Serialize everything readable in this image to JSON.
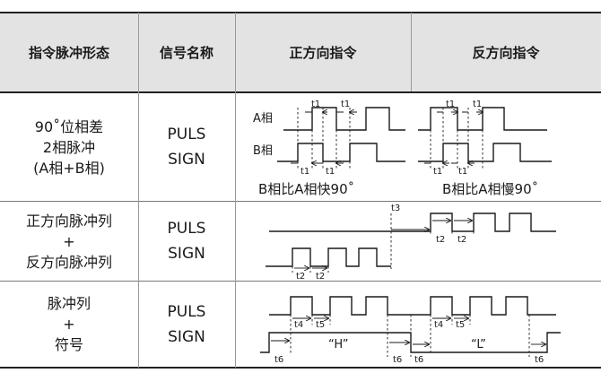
{
  "header": {
    "col1": "指令脉冲形态",
    "col2": "信号名称",
    "col3": "正方向指令",
    "col4": "反方向指令"
  },
  "rows": [
    {
      "form": "90˚位相差\n2相脉冲\n(A相+B相)",
      "signal": "PULS\nSIGN",
      "fwd": {
        "a_label": "A相",
        "b_label": "B相",
        "t_top1": "t1",
        "t_top2": "t1",
        "t_bot1": "t1",
        "t_bot2": "t1",
        "caption": "B相比A相快90˚"
      },
      "rev": {
        "t_top1": "t1",
        "t_top2": "t1",
        "t_bot1": "t1",
        "t_bot2": "t1",
        "caption": "B相比A相慢90˚"
      }
    },
    {
      "form": "正方向脉冲列\n+\n反方向脉冲列",
      "signal": "PULS\nSIGN",
      "t3": "t3",
      "t2_a": "t2",
      "t2_b": "t2",
      "t2_c": "t2",
      "t2_d": "t2"
    },
    {
      "form": "脉冲列\n+\n符号",
      "signal": "PULS\nSIGN",
      "t4_a": "t4",
      "t5_a": "t5",
      "t4_b": "t4",
      "t5_b": "t5",
      "h_label": "“H”",
      "l_label": "“L”",
      "t6_a": "t6",
      "t6_b": "t6",
      "t6_c": "t6",
      "t6_d": "t6"
    }
  ]
}
